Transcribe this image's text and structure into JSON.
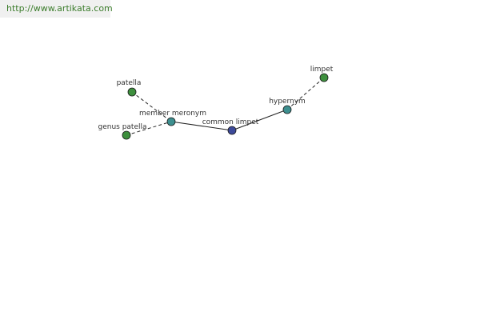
{
  "header": {
    "url": "http://www.artikata.com"
  },
  "graph": {
    "nodes": [
      {
        "id": "patella",
        "label": "patella",
        "color": "#3d8f3d"
      },
      {
        "id": "genus-patella",
        "label": "genus patella",
        "color": "#3d8f3d"
      },
      {
        "id": "member-meronym",
        "label": "member meronym",
        "color": "#3d8f8f"
      },
      {
        "id": "common-limpet",
        "label": "common limpet",
        "color": "#3d4a9a"
      },
      {
        "id": "hypernym",
        "label": "hypernym",
        "color": "#3d8f8f"
      },
      {
        "id": "limpet",
        "label": "limpet",
        "color": "#3d8f3d"
      }
    ],
    "edges": [
      {
        "from": "patella",
        "to": "member-meronym",
        "style": "dashed"
      },
      {
        "from": "genus-patella",
        "to": "member-meronym",
        "style": "dashed"
      },
      {
        "from": "member-meronym",
        "to": "common-limpet",
        "style": "solid"
      },
      {
        "from": "common-limpet",
        "to": "hypernym",
        "style": "solid"
      },
      {
        "from": "hypernym",
        "to": "limpet",
        "style": "dashed"
      }
    ]
  }
}
